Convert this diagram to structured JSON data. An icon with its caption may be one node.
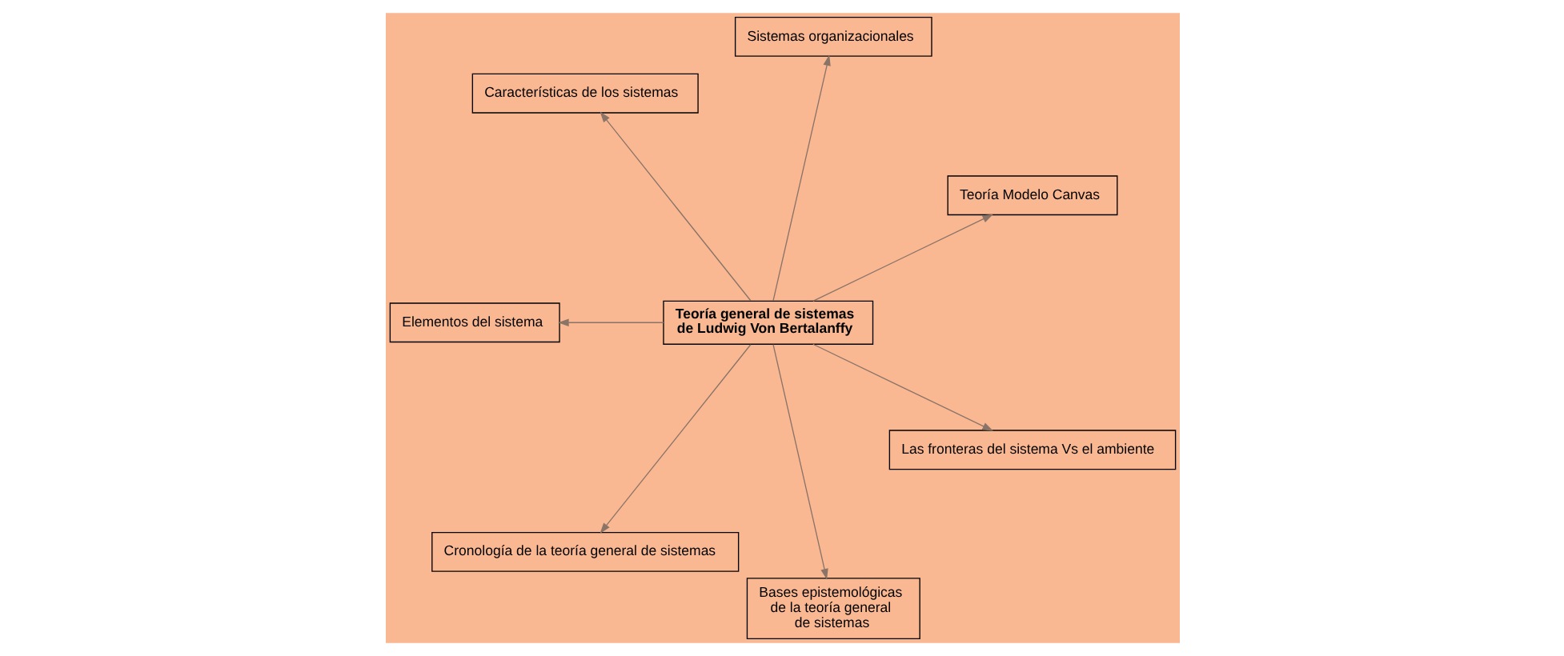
{
  "diagram": {
    "nodes": [
      {
        "text": [
          "Teoría Modelo Canvas"
        ]
      },
      {
        "text": [
          "Sistemas organizacionales"
        ]
      },
      {
        "text": [
          "Características de los sistemas"
        ]
      },
      {
        "text": [
          "Teoría general de sistemas de Ludwig Von Bertalanffy"
        ]
      },
      {
        "text": [
          "Elementos del sistema"
        ]
      },
      {
        "text": [
          "Cronología de la teoría general de sistemas"
        ]
      },
      {
        "text": [
          "Bases epistemológicas de la teoría general de sistemas"
        ]
      },
      {
        "text": [
          "Las fronteras del sistema Vs el ambiente"
        ]
      }
    ],
    "edges": [
      {
        "from": 3,
        "to": 0,
        "arrow": "to"
      },
      {
        "from": 3,
        "to": 1,
        "arrow": "to"
      },
      {
        "from": 3,
        "to": 2,
        "arrow": "to"
      },
      {
        "from": 3,
        "to": 4,
        "arrow": "to"
      },
      {
        "from": 3,
        "to": 5,
        "arrow": "to"
      },
      {
        "from": 3,
        "to": 6,
        "arrow": "to"
      },
      {
        "from": 3,
        "to": 7,
        "arrow": "to"
      }
    ]
  }
}
